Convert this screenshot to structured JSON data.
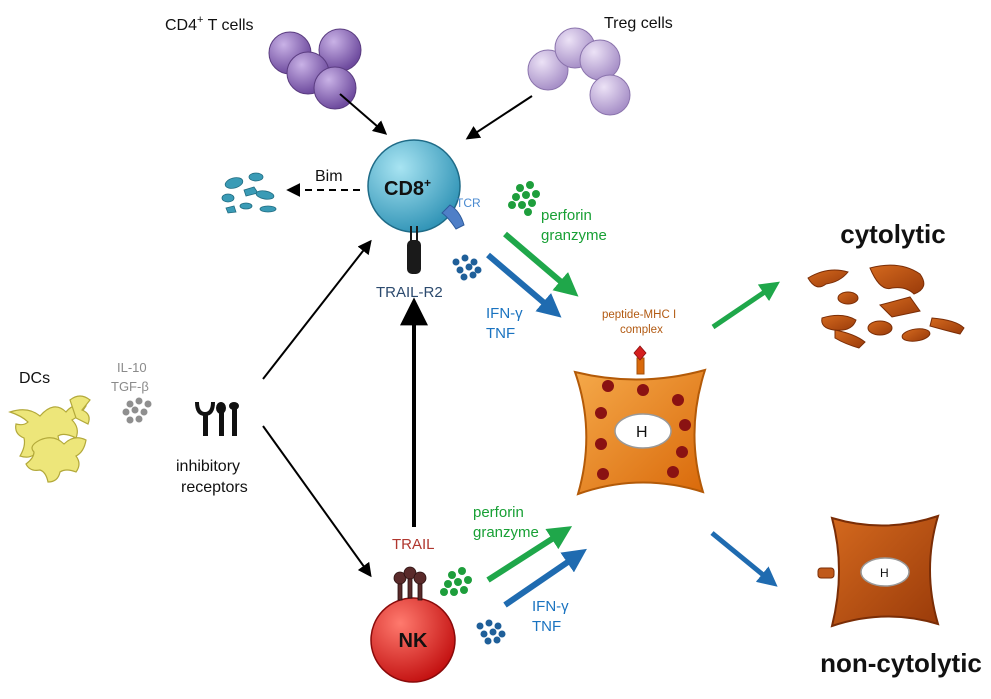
{
  "labels": {
    "cd4_t_cells": "CD4",
    "cd4_superscript": "+",
    "cd4_suffix": " T cells",
    "treg_cells": "Treg cells",
    "bim": "Bim",
    "cd8": "CD8",
    "cd8_superscript": "+",
    "tcr": "TCR",
    "trail_r2": "TRAIL-R2",
    "perforin_top": "perforin",
    "granzyme_top": "granzyme",
    "ifn_top": "IFN-γ",
    "tnf_top": "TNF",
    "peptide_mhc_line1": "peptide-MHC I",
    "peptide_mhc_line2": "complex",
    "hepatocyte_nucleus": "H",
    "cytolytic": "cytolytic",
    "non_cytolytic": "non-cytolytic",
    "non_cytolytic_nucleus": "H",
    "dcs": "DCs",
    "il10": "IL-10",
    "tgfb": "TGF-β",
    "inhibitory_line1": "inhibitory",
    "inhibitory_line2": "receptors",
    "trail": "TRAIL",
    "nk": "NK",
    "perforin_bottom": "perforin",
    "granzyme_bottom": "granzyme",
    "ifn_bottom": "IFN-γ",
    "tnf_bottom": "TNF"
  },
  "colors": {
    "cd4_cells": "#8e6bb8",
    "treg_cells": "#c6b1dc",
    "cd8_cell": "#4fb7d3",
    "nk_cell": "#e51c1c",
    "hepatocyte": "#e87e18",
    "dead_cell": "#b04a12",
    "dc_cells": "#e8e070",
    "green_arrow": "#1fa74a",
    "blue_arrow": "#1f6bb0",
    "green_label": "#18a035",
    "blue_label": "#1a73c0",
    "trail_label": "#b0362e",
    "peptide_label": "#b25a12",
    "trail_r2_label": "#2c4a6e",
    "gray_label": "#8a8a8a"
  }
}
